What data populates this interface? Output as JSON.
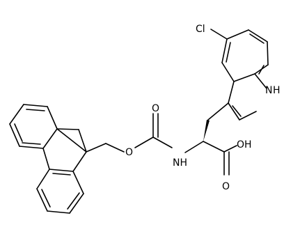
{
  "molecule": {
    "labels": {
      "chlorine": "Cl",
      "indole_nh": "H",
      "indole_n": "N",
      "carbamate_nh": "NH",
      "acid_oh": "OH",
      "carbamate_carbonyl_o": "O",
      "carbamate_ether_o": "O",
      "acid_carbonyl_o": "O"
    }
  }
}
